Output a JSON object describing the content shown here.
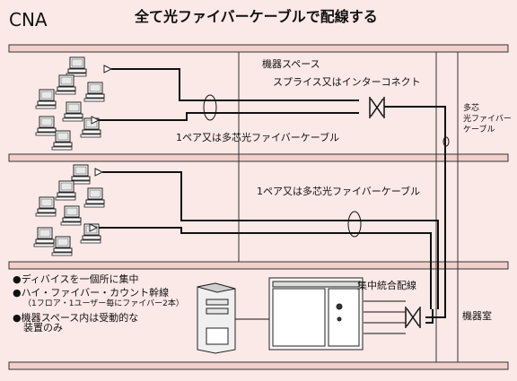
{
  "header": {
    "label": "CNA",
    "title": "全て光ファイバーケーブルで配線する"
  },
  "labels": {
    "equipment_space": "機器スペース",
    "splice_or_interconnect": "スプライス又はインターコネクト",
    "fiber_pair_floor1": "1ペア又は多芯光ファイバーケーブル",
    "fiber_pair_floor2": "1ペア又は多芯光ファイバーケーブル",
    "multicore_line1": "多芯",
    "multicore_line2": "光ファイバー",
    "multicore_line3": "ケーブル",
    "centralized_wiring": "集中統合配線",
    "equipment_room": "機器室"
  },
  "notes": {
    "bullet1": "●ディバイスを一個所に集中",
    "bullet2": "●ハイ・ファイバー・カウント幹線",
    "bullet2_sub": "（1フロア・1ユーザー毎にファイバー2本）",
    "bullet3": "●機器スペース内は受動的な",
    "bullet3_cont": "装置のみ"
  },
  "colors": {
    "background": "#fbe9e7",
    "line": "#111111",
    "floor_band": "#f1cfcb"
  },
  "icons": {
    "workstation": "workstation-icon",
    "server": "server-tower-icon",
    "rack": "patch-rack-icon",
    "cross_connect": "cross-connect-icon"
  }
}
